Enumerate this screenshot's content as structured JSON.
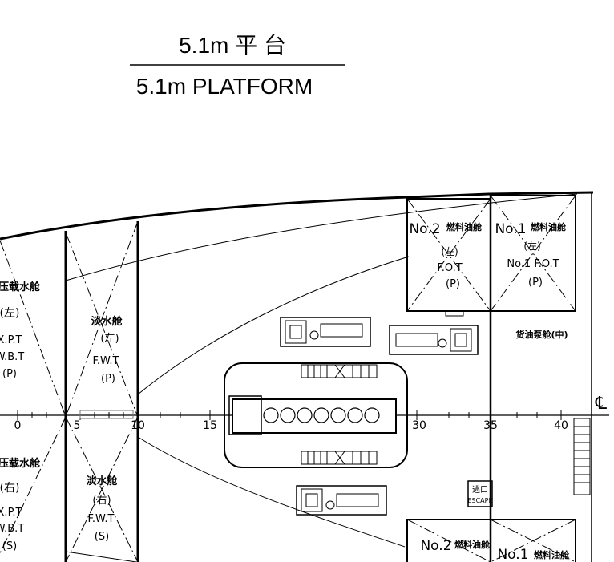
{
  "title": {
    "cn": "5.1m 平 台",
    "en": "5.1m PLATFORM"
  },
  "frames": [
    "0",
    "5",
    "10",
    "15",
    "30",
    "35",
    "40"
  ],
  "centerline_symbol": "℄",
  "compartments": {
    "ballast_port": {
      "cn": "压载水舱",
      "side": "(左)",
      "code1": "X.P.T",
      "code2": "W.B.T",
      "side_en": "(P)"
    },
    "ballast_stbd": {
      "cn": "压载水舱",
      "side": "(右)",
      "code1": "X.P.T",
      "code2": "W.B.T",
      "side_en": "(S)"
    },
    "fw_port": {
      "cn": "淡水舱",
      "side": "(左)",
      "code": "F.W.T",
      "side_en": "(P)"
    },
    "fw_stbd": {
      "cn": "淡水舱",
      "side": "(右)",
      "code": "F.W.T",
      "side_en": "(S)"
    },
    "fot2_port": {
      "no": "No.2",
      "cn": "燃料油舱",
      "side": "(左)",
      "code": "F.O.T",
      "side_en": "(P)"
    },
    "fot1_port": {
      "no": "No.1",
      "cn": "燃料油舱",
      "side": "(左)",
      "code": "No.1 F.O.T",
      "side_en": "(P)"
    },
    "cargo_pump": {
      "cn": "货油泵舱(中)"
    },
    "fot2_stbd": {
      "no": "No.2",
      "cn": "燃料油舱"
    },
    "fot1_stbd": {
      "no": "No.1",
      "cn": "燃料油舱"
    }
  },
  "escape": {
    "cn": "逃口",
    "en": "ESCAPE"
  }
}
